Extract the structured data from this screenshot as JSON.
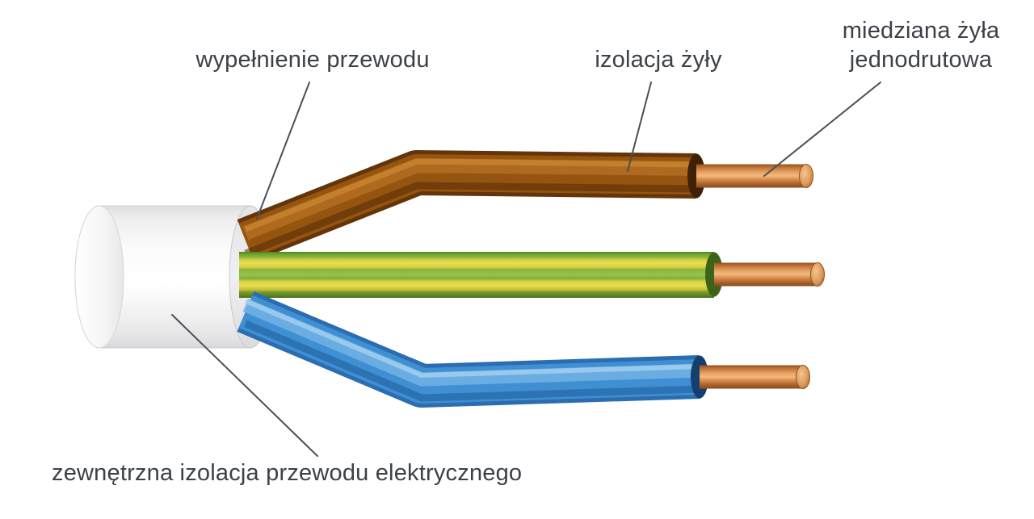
{
  "diagram": {
    "title": "",
    "labels": {
      "cable_filling": "wypełnienie przewodu",
      "core_insulation": "izolacja żyły",
      "copper_core_line1": "miedziana żyła",
      "copper_core_line2": "jednodrutowa",
      "outer_insulation": "zewnętrzna izolacja przewodu elektrycznego"
    },
    "colors": {
      "background": "#ffffff",
      "text": "#3c4148",
      "leader_line": "#4a4f55",
      "outer_sheath": "#f4f4f6",
      "wire_brown": "#96550f",
      "wire_green": "#8bbf49",
      "wire_yellow": "#e7df55",
      "wire_blue": "#3f8fd2",
      "copper": "#e9a468"
    }
  }
}
